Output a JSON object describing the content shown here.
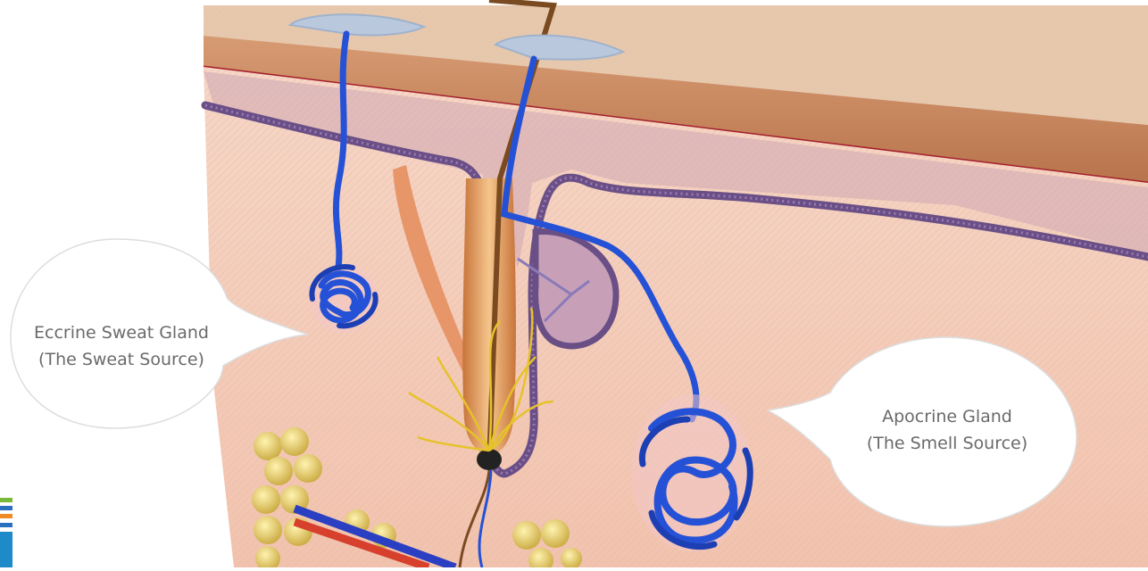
{
  "callouts": {
    "eccrine": {
      "line1": "Eccrine Sweat Gland",
      "line2": "(The Sweat Source)"
    },
    "apocrine": {
      "line1": "Apocrine Gland",
      "line2": "(The Smell Source)"
    }
  },
  "colors": {
    "epidermis": "#c9865f",
    "skin_surface": "#e8c9ad",
    "dermis": "#f5cfbf",
    "basement_membrane": "#6a4f86",
    "gland_blue": "#2451d6",
    "fat": "#e3c75d",
    "nerve": "#e6c22a",
    "hair": "#7a4a20",
    "artery": "#d6402c",
    "vein": "#2a3fc2"
  },
  "icons": [
    "sweat-pore-icon",
    "hair-follicle-icon",
    "coiled-gland-icon",
    "fat-cell-icon"
  ]
}
